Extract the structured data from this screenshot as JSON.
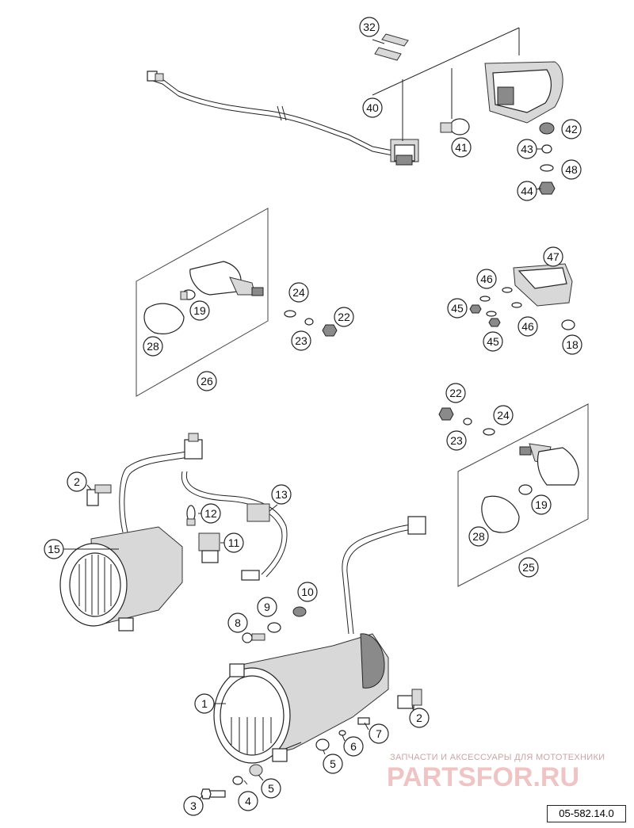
{
  "callouts": [
    "32",
    "40",
    "41",
    "42",
    "43",
    "48",
    "44",
    "47",
    "46",
    "45",
    "46",
    "45",
    "18",
    "24",
    "22",
    "23",
    "19",
    "28",
    "26",
    "22",
    "23",
    "24",
    "19",
    "28",
    "25",
    "2",
    "15",
    "12",
    "11",
    "13",
    "10",
    "9",
    "8",
    "1",
    "2",
    "7",
    "6",
    "5",
    "3",
    "4",
    "5"
  ],
  "drawing_number": "05-582.14.0",
  "watermark": {
    "tagline": "ЗАПЧАСТИ И АКСЕССУАРЫ ДЛЯ МОТОТЕХНИКИ",
    "brand": "PARTSFOR.RU",
    "brand_color": "#efc4c4"
  }
}
